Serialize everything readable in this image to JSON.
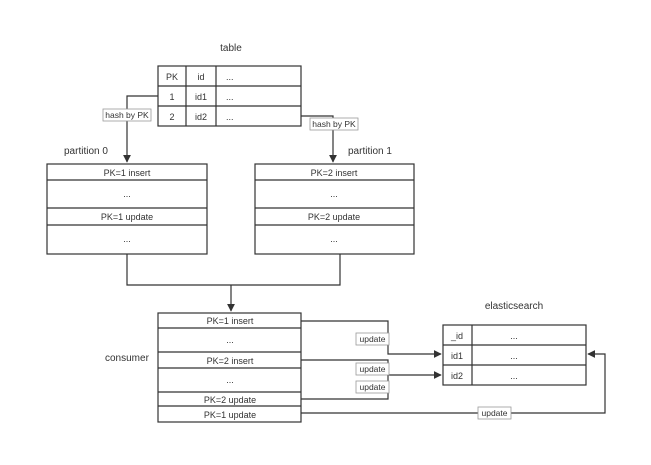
{
  "table": {
    "title": "table",
    "rows": [
      [
        "PK",
        "id",
        "..."
      ],
      [
        "1",
        "id1",
        "..."
      ],
      [
        "2",
        "id2",
        "..."
      ]
    ]
  },
  "hash_label": "hash by PK",
  "partitions": [
    {
      "title": "partition 0",
      "rows": [
        "PK=1 insert",
        "...",
        "PK=1 update",
        "..."
      ]
    },
    {
      "title": "partition 1",
      "rows": [
        "PK=2 insert",
        "...",
        "PK=2 update",
        "..."
      ]
    }
  ],
  "consumer": {
    "title": "consumer",
    "rows": [
      "PK=1 insert",
      "...",
      "PK=2 insert",
      "...",
      "PK=2 update",
      "PK=1 update"
    ]
  },
  "elasticsearch": {
    "title": "elasticsearch",
    "rows": [
      [
        "_id",
        "..."
      ],
      [
        "id1",
        "..."
      ],
      [
        "id2",
        "..."
      ]
    ]
  },
  "update_label": "update"
}
